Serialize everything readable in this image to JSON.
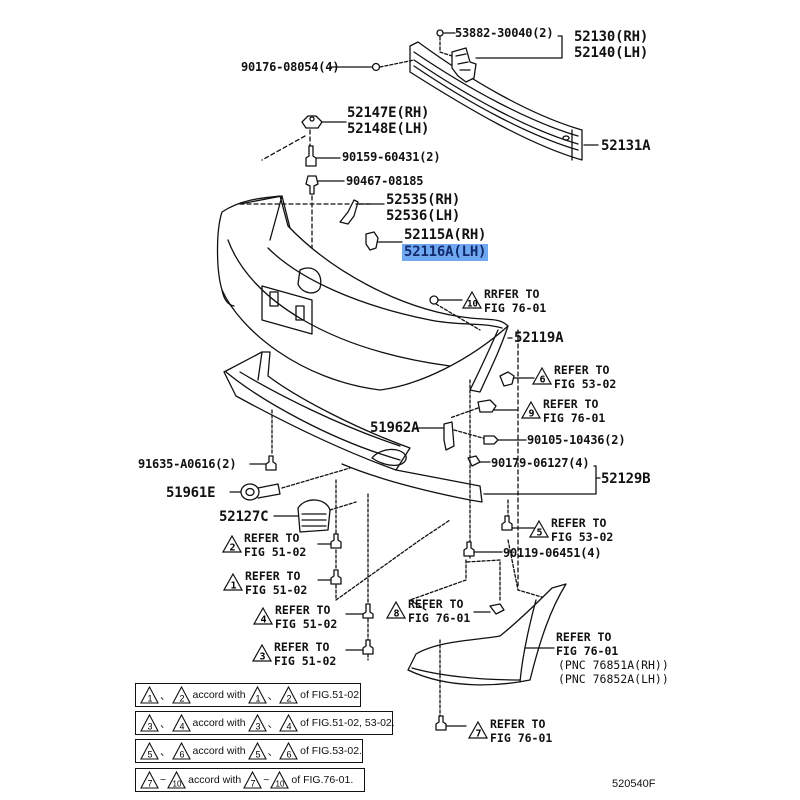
{
  "diagram": {
    "code": "520540F",
    "highlight_color": "#6fa8f0",
    "parts": {
      "p53882": "53882-30040(2)",
      "p52130": "52130(RH)",
      "p52140": "52140(LH)",
      "p90176": "90176-08054(4)",
      "p52147": "52147E(RH)",
      "p52148": "52148E(LH)",
      "p52131": "52131A",
      "p90159": "90159-60431(2)",
      "p90467": "90467-08185",
      "p52535": "52535(RH)",
      "p52536": "52536(LH)",
      "p52115": "52115A(RH)",
      "p52116": "52116A(LH)",
      "p52119": "52119A",
      "p51962": "51962A",
      "p90105": "90105-10436(2)",
      "p90179": "90179-06127(4)",
      "p52129": "52129B",
      "p91635": "91635-A0616(2)",
      "p51961": "51961E",
      "p52127": "52127C",
      "p90119": "90119-06451(4)"
    },
    "refs": [
      {
        "num": "10",
        "line1": "RRFER TO",
        "line2": "FIG 76-01"
      },
      {
        "num": "6",
        "line1": "REFER TO",
        "line2": "FIG 53-02"
      },
      {
        "num": "9",
        "line1": "REFER TO",
        "line2": "FIG 76-01"
      },
      {
        "num": "5",
        "line1": "REFER TO",
        "line2": "FIG 53-02"
      },
      {
        "num": "2",
        "line1": "REFER TO",
        "line2": "FIG 51-02"
      },
      {
        "num": "1",
        "line1": "REFER TO",
        "line2": "FIG 51-02"
      },
      {
        "num": "4",
        "line1": "REFER TO",
        "line2": "FIG 51-02"
      },
      {
        "num": "8",
        "line1": "REFER TO",
        "line2": "FIG 76-01"
      },
      {
        "num": "3",
        "line1": "REFER TO",
        "line2": "FIG 51-02"
      },
      {
        "num": "7",
        "line1": "REFER TO",
        "line2": "FIG 76-01"
      }
    ],
    "fender_ref": {
      "line1": "REFER TO",
      "line2": "FIG 76-01",
      "line3": "(PNC 76851A(RH))",
      "line4": "(PNC 76852A(LH))"
    },
    "notes": [
      {
        "a": "1",
        "sep": "、",
        "b": "2",
        "mid": "accord with",
        "c": "1",
        "sep2": "、",
        "d": "2",
        "tail": "of FIG.51-02."
      },
      {
        "a": "3",
        "sep": "、",
        "b": "4",
        "mid": "accord with",
        "c": "3",
        "sep2": "、",
        "d": "4",
        "tail": "of FIG.51-02, 53-02."
      },
      {
        "a": "5",
        "sep": "、",
        "b": "6",
        "mid": "accord with",
        "c": "5",
        "sep2": "、",
        "d": "6",
        "tail": "of FIG.53-02."
      },
      {
        "a": "7",
        "sep": "~",
        "b": "10",
        "mid": "accord with",
        "c": "7",
        "sep2": "~",
        "d": "10",
        "tail": "of FIG.76-01."
      }
    ]
  }
}
